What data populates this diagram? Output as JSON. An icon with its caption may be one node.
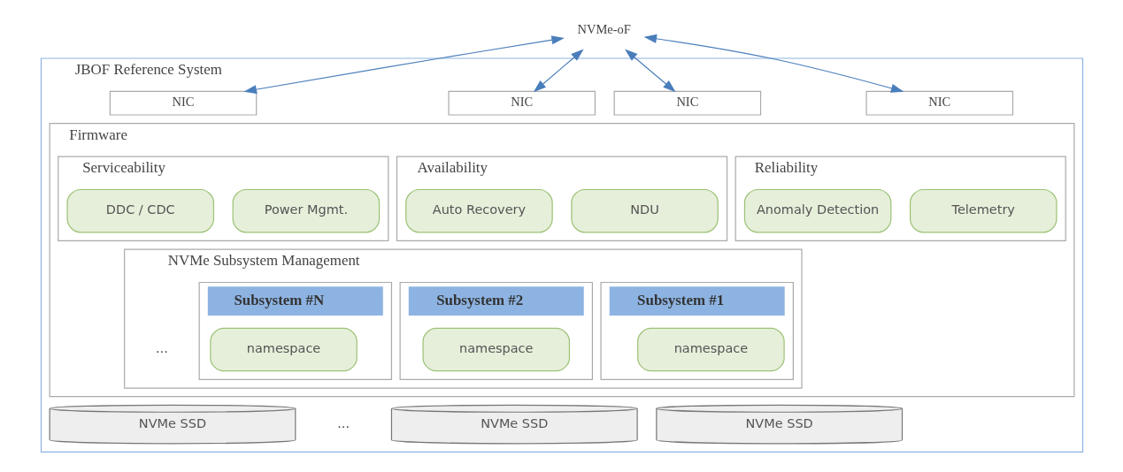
{
  "diagram": {
    "nodes": [
      {
        "text": [
          "JBOF Reference System"
        ]
      },
      {
        "text": [
          "NVMe-oF"
        ]
      },
      {
        "text": [
          "NIC"
        ],
        "in": 0
      },
      {
        "text": [
          "NIC"
        ],
        "in": 0
      },
      {
        "text": [
          "NIC"
        ],
        "in": 0
      },
      {
        "text": [
          "NIC"
        ],
        "in": 0
      },
      {
        "text": [
          "Firmware"
        ],
        "in": 0
      },
      {
        "text": [
          "Reliability"
        ],
        "in": 6
      },
      {
        "text": [
          "Telemetry"
        ],
        "in": 7
      },
      {
        "text": [
          "Anomaly Detection"
        ],
        "in": 7
      },
      {
        "text": [
          "Availability"
        ],
        "in": 6
      },
      {
        "text": [
          "NDU"
        ],
        "in": 10
      },
      {
        "text": [
          "Auto Recovery"
        ],
        "in": 10
      },
      {
        "text": [
          "Serviceability"
        ],
        "in": 6
      },
      {
        "text": [
          "Power Mgmt."
        ],
        "in": 13
      },
      {
        "text": [
          "DDC / CDC"
        ],
        "in": 13
      },
      {
        "text": [
          "NVMe Subsystem Management"
        ],
        "in": 6
      },
      {
        "text": [
          "Subsystem #1"
        ],
        "in": 16
      },
      {
        "text": [
          "namespace"
        ],
        "in": 17
      },
      {
        "text": [
          "Subsystem #2"
        ],
        "in": 16
      },
      {
        "text": [
          "namespace"
        ],
        "in": 19
      },
      {
        "text": [
          "Subsystem #N"
        ],
        "in": 16
      },
      {
        "text": [
          "namespace"
        ],
        "in": 21
      },
      {
        "text": [
          "NVMe SSD"
        ],
        "in": 0
      },
      {
        "text": [
          "NVMe SSD"
        ],
        "in": 0
      },
      {
        "text": [
          "NVMe SSD"
        ],
        "in": 0
      }
    ],
    "edges": [
      {
        "from": 1,
        "to": 2,
        "arrow": "both"
      },
      {
        "from": 1,
        "to": 3,
        "arrow": "both"
      },
      {
        "from": 1,
        "to": 4,
        "arrow": "both"
      },
      {
        "from": 1,
        "to": 5,
        "arrow": "both"
      }
    ],
    "labels": [
      "...",
      "..."
    ]
  }
}
